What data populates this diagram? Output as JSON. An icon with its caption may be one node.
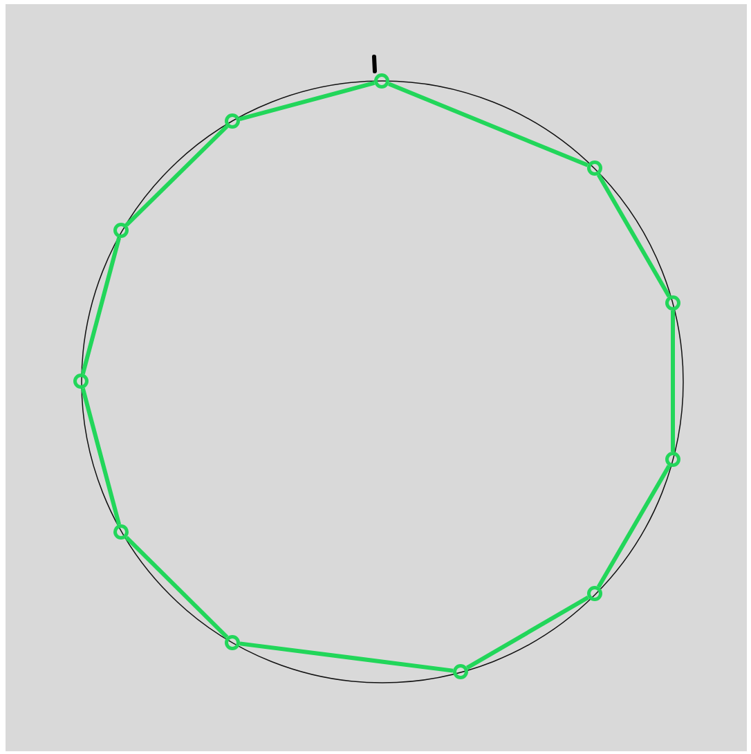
{
  "diagram": {
    "nodes": [
      {
        "text": [],
        "shape": "circle"
      },
      {
        "text": [],
        "shape": "circle"
      },
      {
        "text": [],
        "shape": "circle"
      },
      {
        "text": [],
        "shape": "circle"
      },
      {
        "text": [],
        "shape": "circle"
      },
      {
        "text": [],
        "shape": "circle"
      },
      {
        "text": [],
        "shape": "circle"
      },
      {
        "text": [],
        "shape": "circle"
      },
      {
        "text": [],
        "shape": "circle"
      },
      {
        "text": [],
        "shape": "circle"
      },
      {
        "text": [],
        "shape": "circle"
      }
    ],
    "edges": [
      {
        "from": 0,
        "to": 2,
        "arrow": "none"
      },
      {
        "from": 2,
        "to": 4,
        "arrow": "none"
      },
      {
        "from": 4,
        "to": 6,
        "arrow": "none"
      },
      {
        "from": 6,
        "to": 8,
        "arrow": "none"
      },
      {
        "from": 8,
        "to": 10,
        "arrow": "none"
      },
      {
        "from": 10,
        "to": 9,
        "arrow": "none"
      },
      {
        "from": 9,
        "to": 7,
        "arrow": "none"
      },
      {
        "from": 7,
        "to": 5,
        "arrow": "none"
      },
      {
        "from": 5,
        "to": 3,
        "arrow": "none"
      },
      {
        "from": 3,
        "to": 1,
        "arrow": "none"
      },
      {
        "from": 1,
        "to": 0,
        "arrow": "none"
      }
    ]
  }
}
